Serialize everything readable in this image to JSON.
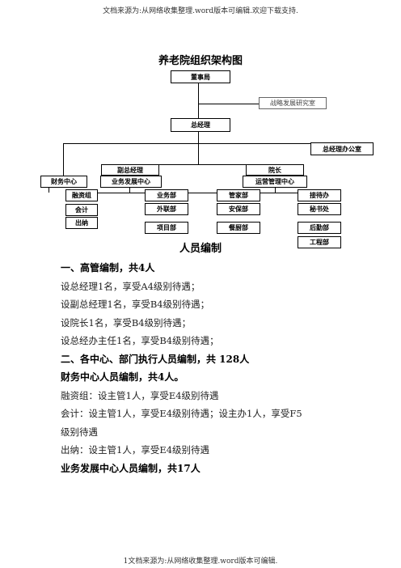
{
  "header_note": "文档来源为:从网络收集整理.word版本可编辑.欢迎下载支持.",
  "footer_note": "1文档来源为:从网络收集整理.word版本可编辑.",
  "title": "养老院组织架构图",
  "org": {
    "board": "董事局",
    "strategy": "战略发展研究室",
    "gm": "总经理",
    "gm_office": "总经理办公室",
    "deputy_gm": "副总经理",
    "dean": "院长",
    "finance": "财务中心",
    "biz_center": "业务发展中心",
    "ops_center": "运营管理中心",
    "financing": "融资组",
    "accounting": "会计",
    "cashier": "出纳",
    "business": "业务部",
    "liaison": "外联部",
    "project": "项目部",
    "housekeeping": "管家部",
    "security": "安保部",
    "catering": "餐厨部",
    "reception": "接待办",
    "secretary": "秘书处",
    "logistics": "后勤部",
    "engineering": "工程部"
  },
  "subtitle": "人员编制",
  "paragraphs": [
    {
      "text": "一、高管编制，共4人",
      "bold": true
    },
    {
      "text": "设总经理1名，享受A4级别待遇；",
      "bold": false
    },
    {
      "text": "设副总经理1名，享受B4级别待遇；",
      "bold": false
    },
    {
      "text": "设院长1名，享受B4级别待遇；",
      "bold": false
    },
    {
      "text": "设总经办主任1名，享受B4级别待遇；",
      "bold": false
    },
    {
      "text": "二、各中心、部门执行人员编制，共 128人",
      "bold": true
    },
    {
      "text": "财务中心人员编制，共4人。",
      "bold": true
    },
    {
      "text": "融资组：设主管1人，享受E4级别待遇",
      "bold": false
    },
    {
      "text": "会计：设主管1人，享受E4级别待遇；设主办1人，享受F5",
      "bold": false
    },
    {
      "text": "级别待遇",
      "bold": false
    },
    {
      "text": "出纳：设主管1人，享受E4级别待遇",
      "bold": false
    },
    {
      "text": "业务发展中心人员编制，共17人",
      "bold": true
    }
  ]
}
